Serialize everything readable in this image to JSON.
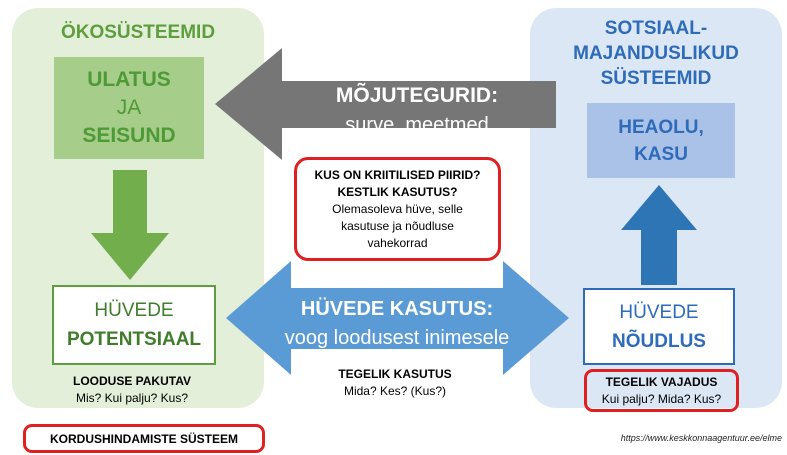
{
  "ecosystems": {
    "title": "ÖKOSÜSTEEMID",
    "scope_lines": [
      "ULATUS",
      "JA",
      "SEISUND"
    ],
    "potential_line1": "HÜVEDE",
    "potential_line2": "POTENTSIAAL",
    "supply_title": "LOODUSE PAKUTAV",
    "supply_sub": "Mis? Kui palju? Kus?"
  },
  "socioeconomic": {
    "title_lines": [
      "SOTSIAAL-",
      "MAJANDUSLIKUD",
      "SÜSTEEMID"
    ],
    "welfare_lines": [
      "HEAOLU,",
      "KASU"
    ],
    "demand_line1": "HÜVEDE",
    "demand_line2": "NÕUDLUS",
    "need_title": "TEGELIK VAJADUS",
    "need_sub": "Kui palju? Mida? Kus?"
  },
  "drivers_arrow": {
    "title": "MÕJUTEGURID:",
    "sub": "surve, meetmed"
  },
  "critical_box": {
    "line1": "KUS ON KRIITILISED PIIRID?",
    "line2": "KESTLIK KASUTUS?",
    "line3": "Olemasoleva hüve, selle",
    "line4": "kasutuse ja nõudluse",
    "line5": "vahekorrad"
  },
  "usage_arrow": {
    "title": "HÜVEDE KASUTUS:",
    "sub": "voog loodusest inimesele",
    "actual_title": "TEGELIK KASUTUS",
    "actual_sub": "Mida? Kes? (Kus?)"
  },
  "monitoring": "KORDUSHINDAMISTE SÜSTEEM",
  "source": "https://www.keskkonnaagentuur.ee/elme",
  "colors": {
    "eco_panel": "#e3efd9",
    "eco_green": "#5e9e3e",
    "soc_panel": "#dce7f6",
    "soc_blue": "#2e6bb8",
    "drivers_arrow": "#767676",
    "usage_arrow": "#5b9bd5",
    "highlight_red": "#e02020"
  }
}
